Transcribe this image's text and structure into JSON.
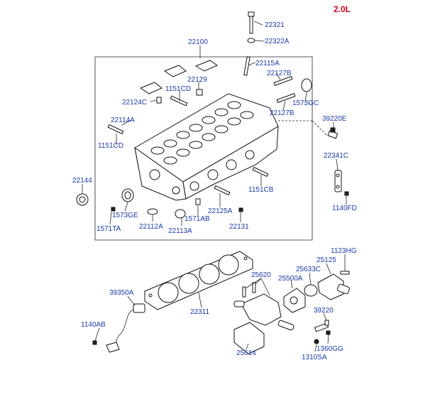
{
  "title": "2.0L",
  "callouts": {
    "c22321": "22321",
    "c22322A": "22322A",
    "c22100": "22100",
    "c22115A": "22115A",
    "c22127B_a": "22127B",
    "c22129": "22129",
    "c1151CD_a": "1151CD",
    "c22124C": "22124C",
    "c1573GC": "1573GC",
    "c22127B_b": "22127B",
    "c22114A": "22114A",
    "c39220E": "39220E",
    "c1151CD_b": "1151CD",
    "c22341C": "22341C",
    "c22144": "22144",
    "c1151CB": "1151CB",
    "c1140FD": "1140FD",
    "c1573GE": "1573GE",
    "c22125A": "22125A",
    "c1571AB": "1571AB",
    "c1571TA": "1571TA",
    "c22112A": "22112A",
    "c22113A": "22113A",
    "c22131": "22131",
    "c1123HG": "1123HG",
    "c25125": "25125",
    "c25620": "25620",
    "c25633C": "25633C",
    "c25500A": "25500A",
    "c39350A": "39350A",
    "c22311": "22311",
    "c39220": "39220",
    "c1140AB": "1140AB",
    "c1360GG": "1360GG",
    "c25614": "25614",
    "c1310SA": "1310SA"
  },
  "colors": {
    "callout": "#1a3aa8",
    "title": "#d0021b",
    "line": "#222222"
  }
}
